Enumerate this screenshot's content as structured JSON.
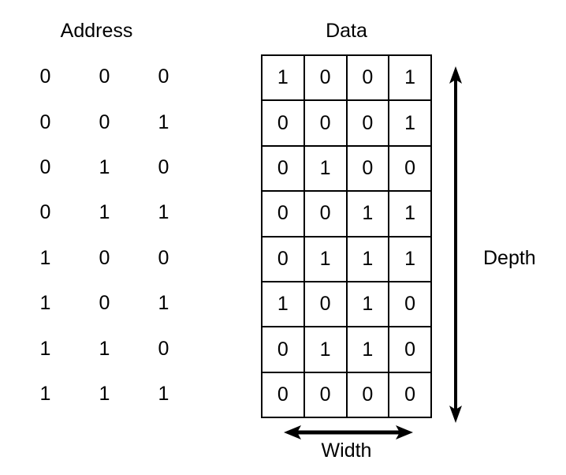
{
  "headings": {
    "address": "Address",
    "data": "Data"
  },
  "address_rows": [
    [
      "0",
      "0",
      "0"
    ],
    [
      "0",
      "0",
      "1"
    ],
    [
      "0",
      "1",
      "0"
    ],
    [
      "0",
      "1",
      "1"
    ],
    [
      "1",
      "0",
      "0"
    ],
    [
      "1",
      "0",
      "1"
    ],
    [
      "1",
      "1",
      "0"
    ],
    [
      "1",
      "1",
      "1"
    ]
  ],
  "data_rows": [
    [
      "1",
      "0",
      "0",
      "1"
    ],
    [
      "0",
      "0",
      "0",
      "1"
    ],
    [
      "0",
      "1",
      "0",
      "0"
    ],
    [
      "0",
      "0",
      "1",
      "1"
    ],
    [
      "0",
      "1",
      "1",
      "1"
    ],
    [
      "1",
      "0",
      "1",
      "0"
    ],
    [
      "0",
      "1",
      "1",
      "0"
    ],
    [
      "0",
      "0",
      "0",
      "0"
    ]
  ],
  "annotations": {
    "depth_label": "Depth",
    "width_label": "Width",
    "depth_arrow_icon": "double-headed-vertical-arrow",
    "width_arrow_icon": "double-headed-horizontal-arrow"
  },
  "colors": {
    "background": "#ffffff",
    "ink": "#000000",
    "grid_line": "#000000"
  }
}
